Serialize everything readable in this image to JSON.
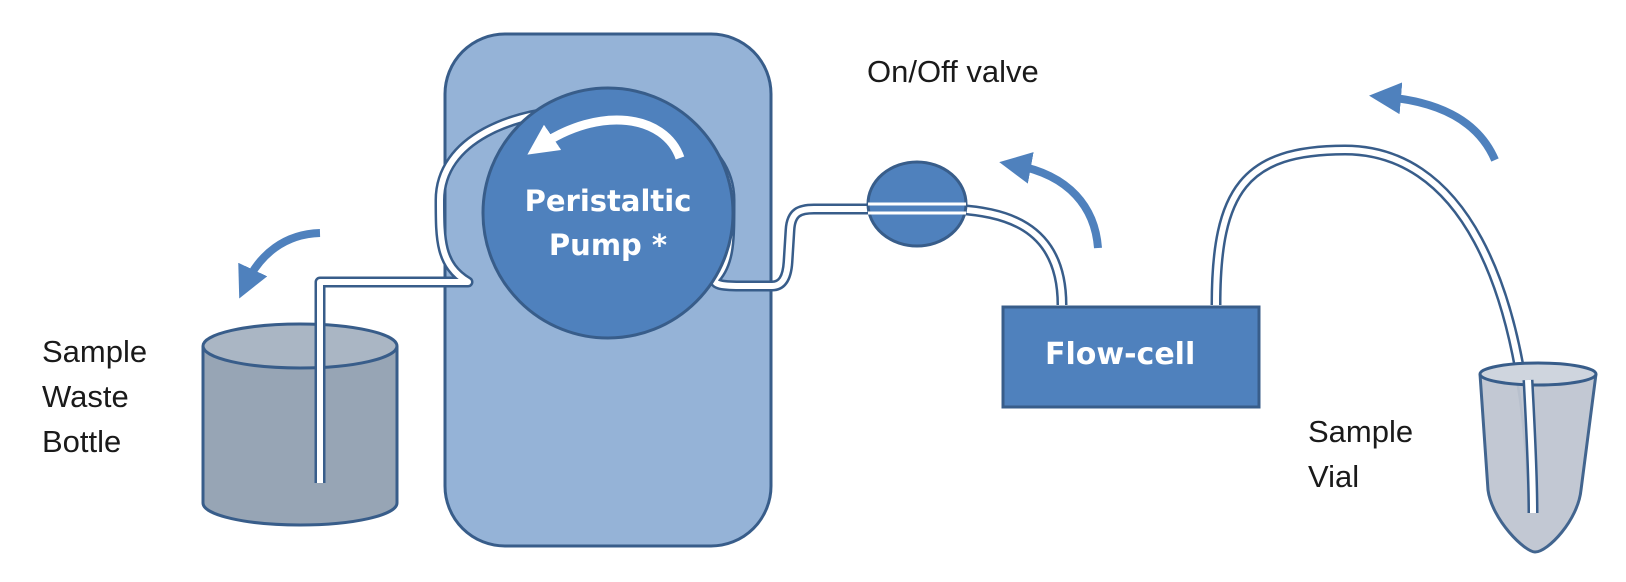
{
  "labels": {
    "waste": [
      "Sample",
      "Waste",
      "Bottle"
    ],
    "pump": [
      "Peristaltic",
      "Pump *"
    ],
    "valve": "On/Off valve",
    "flowcell": "Flow-cell",
    "vial": [
      "Sample",
      "Vial"
    ]
  },
  "colors": {
    "pump_body": "#95b3d7",
    "component": "#4f81bd",
    "outline": "#385d8a",
    "container": "#97a5b5",
    "vial": "#bfc6d1",
    "arrow": "#4f81bd",
    "tube_outline": "#385d8a"
  }
}
